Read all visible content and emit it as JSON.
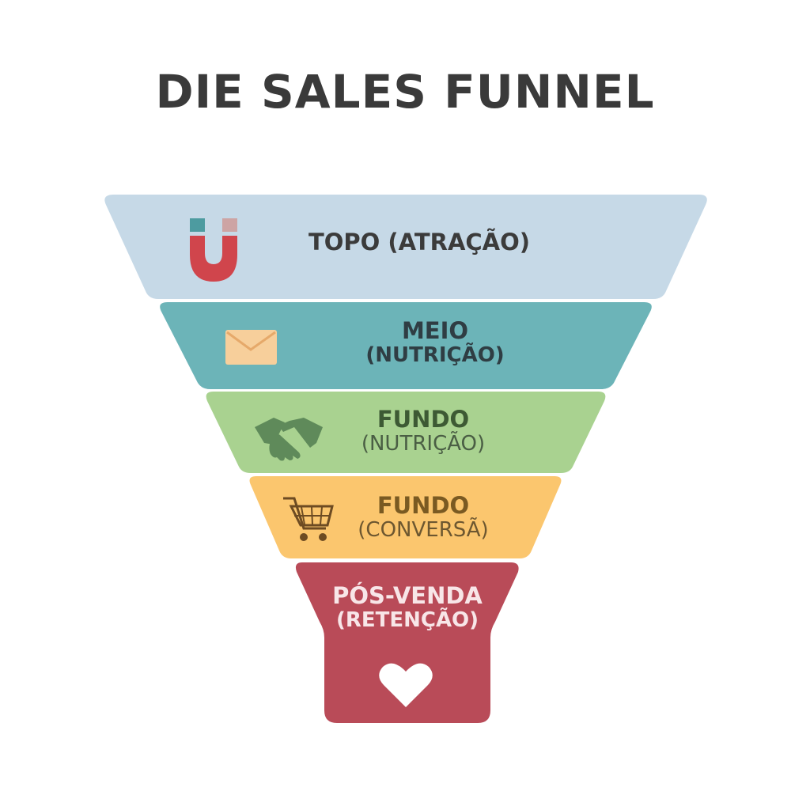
{
  "title": "DIE SALES FUNNEL",
  "stages": [
    {
      "line1": "TOPO (ATRAÇÃO)",
      "line2": "",
      "color": "#c6d9e7",
      "icon": "magnet-icon"
    },
    {
      "line1": "MEIO",
      "line2": "(NUTRIÇÃO)",
      "color": "#6cb4b8",
      "icon": "envelope-icon"
    },
    {
      "line1": "FUNDO",
      "line2": "(NUTRIÇÃO)",
      "color": "#a9d290",
      "icon": "handshake-icon"
    },
    {
      "line1": "FUNDO",
      "line2": "(CONVERSÃ)",
      "color": "#fbc66e",
      "icon": "shopping-cart-icon"
    },
    {
      "line1": "PÓS-VENDA",
      "line2": "(RETENÇÃO)",
      "color": "#b94b58",
      "icon": "heart-icon"
    }
  ]
}
